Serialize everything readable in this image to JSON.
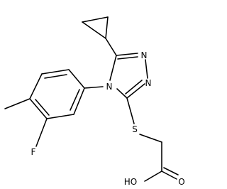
{
  "molecule": {
    "atoms": {
      "n1": "N",
      "n2": "N",
      "n4": "N",
      "sulfur": "S",
      "fluorine": "F",
      "hydroxyl": "HO",
      "carbonyl_oxygen": "O"
    }
  }
}
